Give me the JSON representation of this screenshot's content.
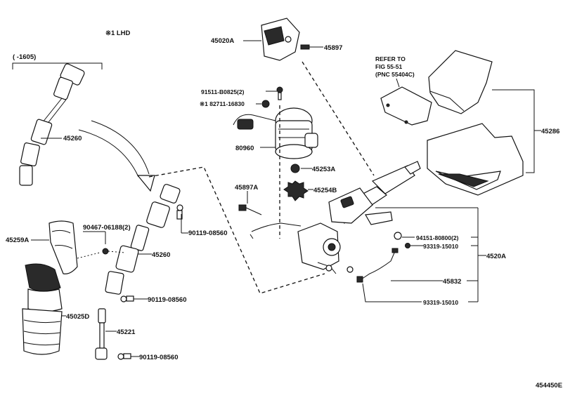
{
  "note_lhd": "※1 LHD",
  "bracket_range": "(   -1605)",
  "refer": {
    "line1": "REFER TO",
    "line2": "FIG 55-51",
    "line3": "(PNC 55404C)"
  },
  "labels": {
    "p45020A": "45020A",
    "p45897": "45897",
    "p91511": "91511-B0825(2)",
    "p82711": "※1 82711-16830",
    "p80960": "80960",
    "p45253A": "45253A",
    "p45254B": "45254B",
    "p45897A": "45897A",
    "p45286": "45286",
    "p45260_top": "45260",
    "p90467": "90467-06188(2)",
    "p90119_a": "90119-08560",
    "p45259A": "45259A",
    "p45260_mid": "45260",
    "p90119_b": "90119-08560",
    "p45025D": "45025D",
    "p45221": "45221",
    "p90119_c": "90119-08560",
    "p94151": "94151-80800(2)",
    "p93319_a": "93319-15010",
    "p4520A": "4520A",
    "p45832": "45832",
    "p93319_b": "93319-15010"
  },
  "figure_id": "454450E"
}
